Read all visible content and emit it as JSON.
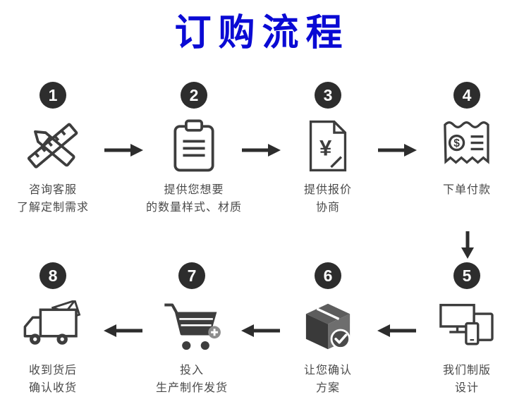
{
  "title": "订购流程",
  "colors": {
    "title_color": "#0a0ad4",
    "badge_color": "#2d2d2d",
    "icon_color": "#3d3d3d",
    "label_color": "#4a4a4a",
    "arrow_color": "#2d2d2d"
  },
  "steps": [
    {
      "number": "1",
      "icon": "design-tools-icon",
      "label": "咨询客服\n了解定制需求"
    },
    {
      "number": "2",
      "icon": "clipboard-icon",
      "label": "提供您想要\n的数量样式、材质"
    },
    {
      "number": "3",
      "icon": "price-quote-document-icon",
      "label": "提供报价\n协商"
    },
    {
      "number": "4",
      "icon": "payment-receipt-icon",
      "label": "下单付款"
    },
    {
      "number": "5",
      "icon": "design-devices-icon",
      "label": "我们制版\n设计"
    },
    {
      "number": "6",
      "icon": "package-confirm-icon",
      "label": "让您确认\n方案"
    },
    {
      "number": "7",
      "icon": "shopping-cart-icon",
      "label": "投入\n生产制作发货"
    },
    {
      "number": "8",
      "icon": "delivery-truck-icon",
      "label": "收到货后\n确认收货"
    }
  ]
}
